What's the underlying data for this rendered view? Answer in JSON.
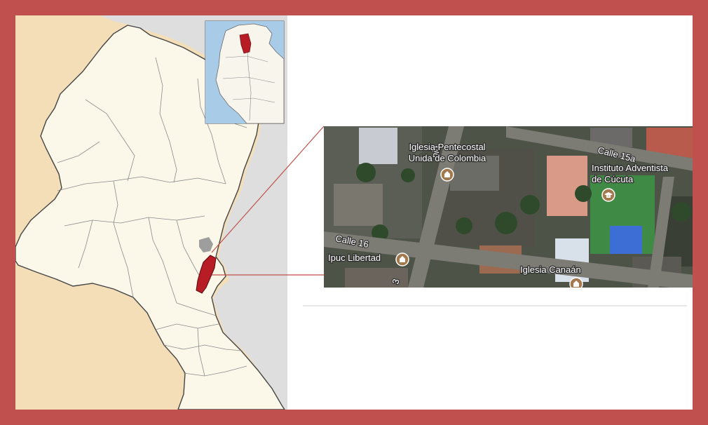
{
  "frame_color": "#c0504d",
  "map_colors": {
    "land": "#f3deb8",
    "department": "#fbf8ea",
    "neighbor": "#dedede",
    "highlight": "#b81c24",
    "urban": "#9e9e9e",
    "inset_water": "#a8cbe8"
  },
  "satellite": {
    "labels": {
      "street_calle_16": "Calle 16",
      "street_calle_15a": "Calle 15a",
      "street_avenida_fragment": "nid",
      "street_number_fragment": "3",
      "poi_iglesia_pentecostal_line1": "Iglesia Pentecostal",
      "poi_iglesia_pentecostal_line2": "Unida de Colombia",
      "poi_instituto_line1": "Instituto Adventista",
      "poi_instituto_line2": "de Cúcuta",
      "poi_ipuc": "Ipuc Libertad",
      "poi_iglesia_canaan": "Iglesia Canaán"
    },
    "icons": {
      "church": "church-icon",
      "school": "school-icon"
    }
  }
}
